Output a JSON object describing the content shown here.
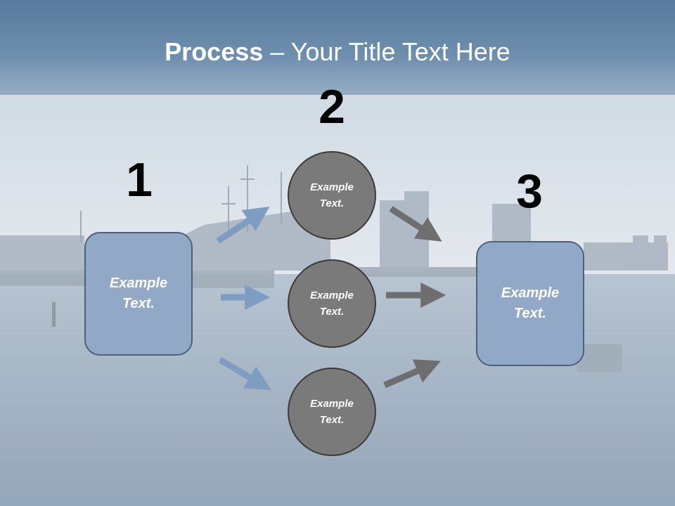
{
  "slide": {
    "title_bold": "Process",
    "title_rest": " – Your Title Text Here"
  },
  "steps": {
    "step1": {
      "number": "1",
      "text": "Example Text."
    },
    "step2": {
      "number": "2",
      "circles": [
        "Example Text.",
        "Example Text.",
        "Example Text."
      ]
    },
    "step3": {
      "number": "3",
      "text": "Example Text."
    }
  },
  "colors": {
    "box_fill": "#91a9c6",
    "box_border": "#4d627a",
    "circle_fill": "#7a7a7a",
    "circle_border": "#3b3b3b",
    "blue_arrow": "#7e9dc1",
    "gray_arrow": "#6e6e6e"
  },
  "background": "harbor-photo"
}
